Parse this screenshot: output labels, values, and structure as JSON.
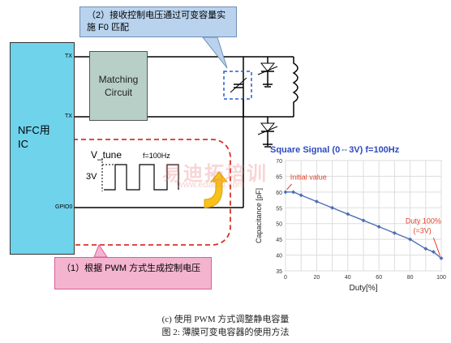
{
  "callouts": {
    "top_line1": "（2）接收控制电压通过可变容量实",
    "top_line2": "施 F0 匹配",
    "bottom": "（1）根据 PWM 方式生成控制电压"
  },
  "ic": {
    "label_line1": "NFC用",
    "label_line2": "IC",
    "pin_tx1": "TX",
    "pin_tx2": "TX",
    "pin_gpio": "GPIO0"
  },
  "matching": {
    "label_line1": "Matching",
    "label_line2": "Circuit"
  },
  "pwm": {
    "vtune": "V_tune",
    "freq": "f=100Hz",
    "amp": "3V"
  },
  "watermark": {
    "text": "易迪拓培训",
    "url": "www.edatop.com"
  },
  "chart_data": {
    "type": "line",
    "title": "Square Signal (0⇔3V) f=100Hz",
    "xlabel": "Duty[%]",
    "ylabel": "Capacitance [pF]",
    "xlim": [
      0,
      100
    ],
    "ylim": [
      35,
      70
    ],
    "xticks": [
      0,
      10,
      20,
      30,
      40,
      50,
      60,
      70,
      80,
      90,
      100
    ],
    "yticks": [
      35,
      40,
      45,
      50,
      55,
      60,
      65,
      70
    ],
    "grid": true,
    "x": [
      0,
      5,
      10,
      20,
      30,
      40,
      50,
      60,
      70,
      80,
      90,
      95,
      100
    ],
    "y": [
      60,
      60,
      59,
      57,
      55,
      53,
      51,
      49,
      47,
      45,
      42,
      41,
      39
    ],
    "annotations": {
      "initial": "Initial value",
      "duty_line1": "Duty 100%",
      "duty_line2": "(=3V)"
    },
    "line_color": "#4f6fb5"
  },
  "captions": {
    "sub": "(c) 使用 PWM 方式调整静电容量",
    "fig": "图 2: 薄膜可变电容器的使用方法"
  }
}
